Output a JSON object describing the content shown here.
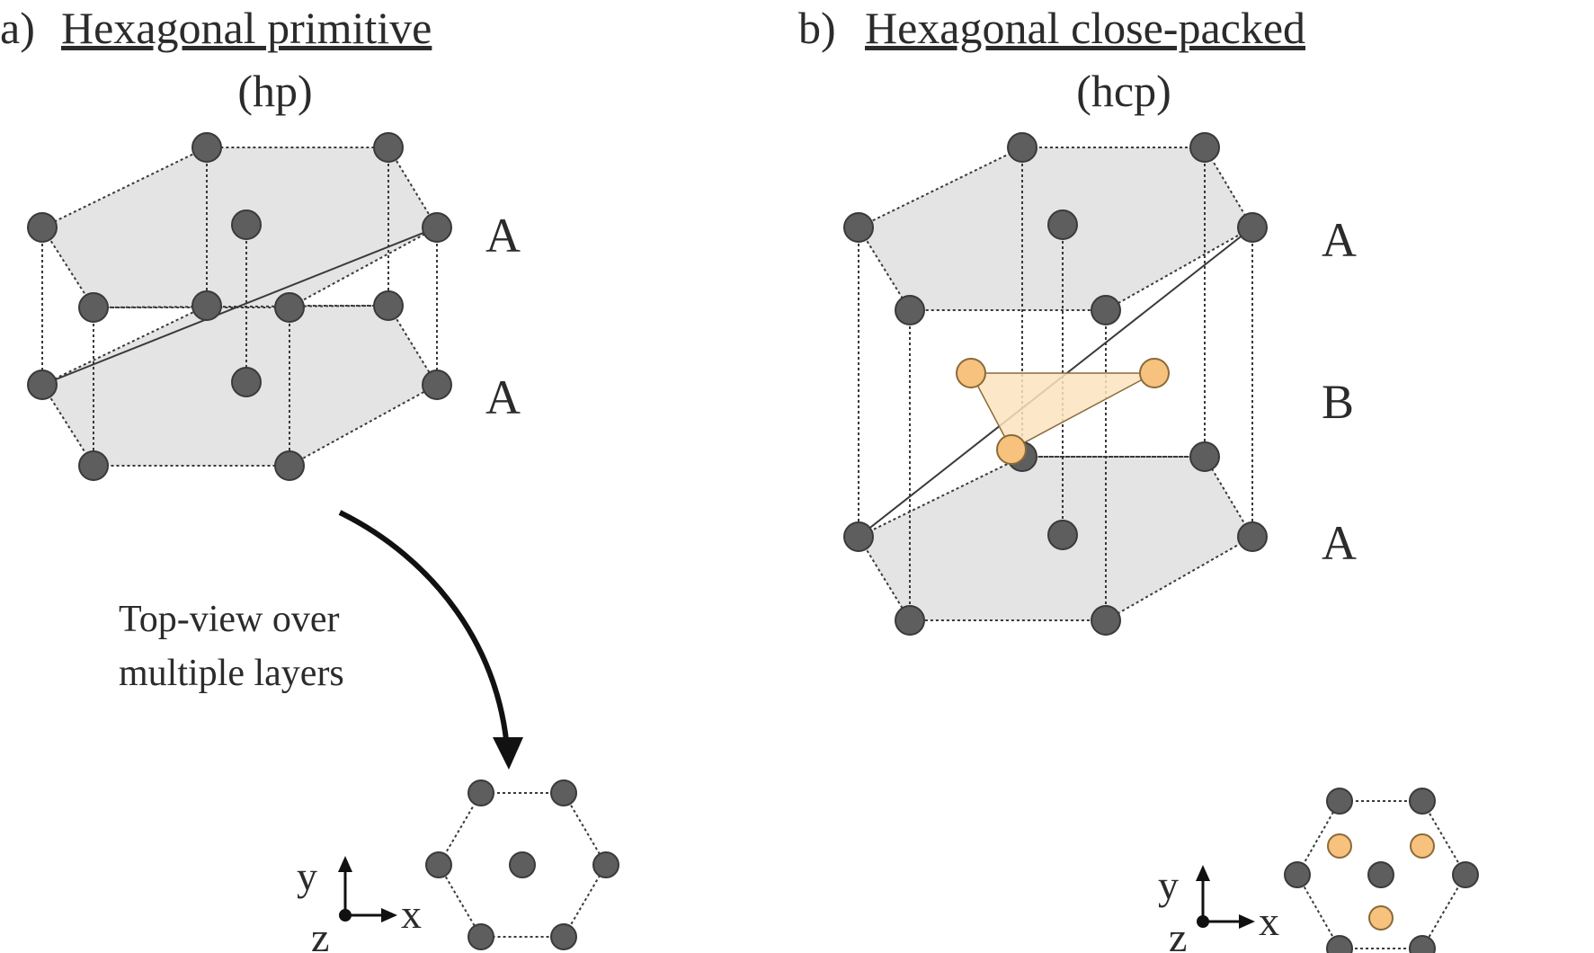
{
  "panel_a": {
    "label": "a)",
    "title": "Hexagonal primitive",
    "subtitle": "(hp)",
    "layers": [
      "A",
      "A"
    ]
  },
  "panel_b": {
    "label": "b)",
    "title": "Hexagonal close-packed",
    "subtitle": "(hcp)",
    "layers": [
      "A",
      "B",
      "A"
    ]
  },
  "note": {
    "line1": "Top-view over",
    "line2": "multiple layers"
  },
  "axes": {
    "x": "x",
    "y": "y",
    "z": "z"
  },
  "colors": {
    "atom_a": "#5e5e5e",
    "atom_b": "#f7c27d",
    "layer_face": "#e4e4e4",
    "triangle": "#fbe3c0"
  }
}
